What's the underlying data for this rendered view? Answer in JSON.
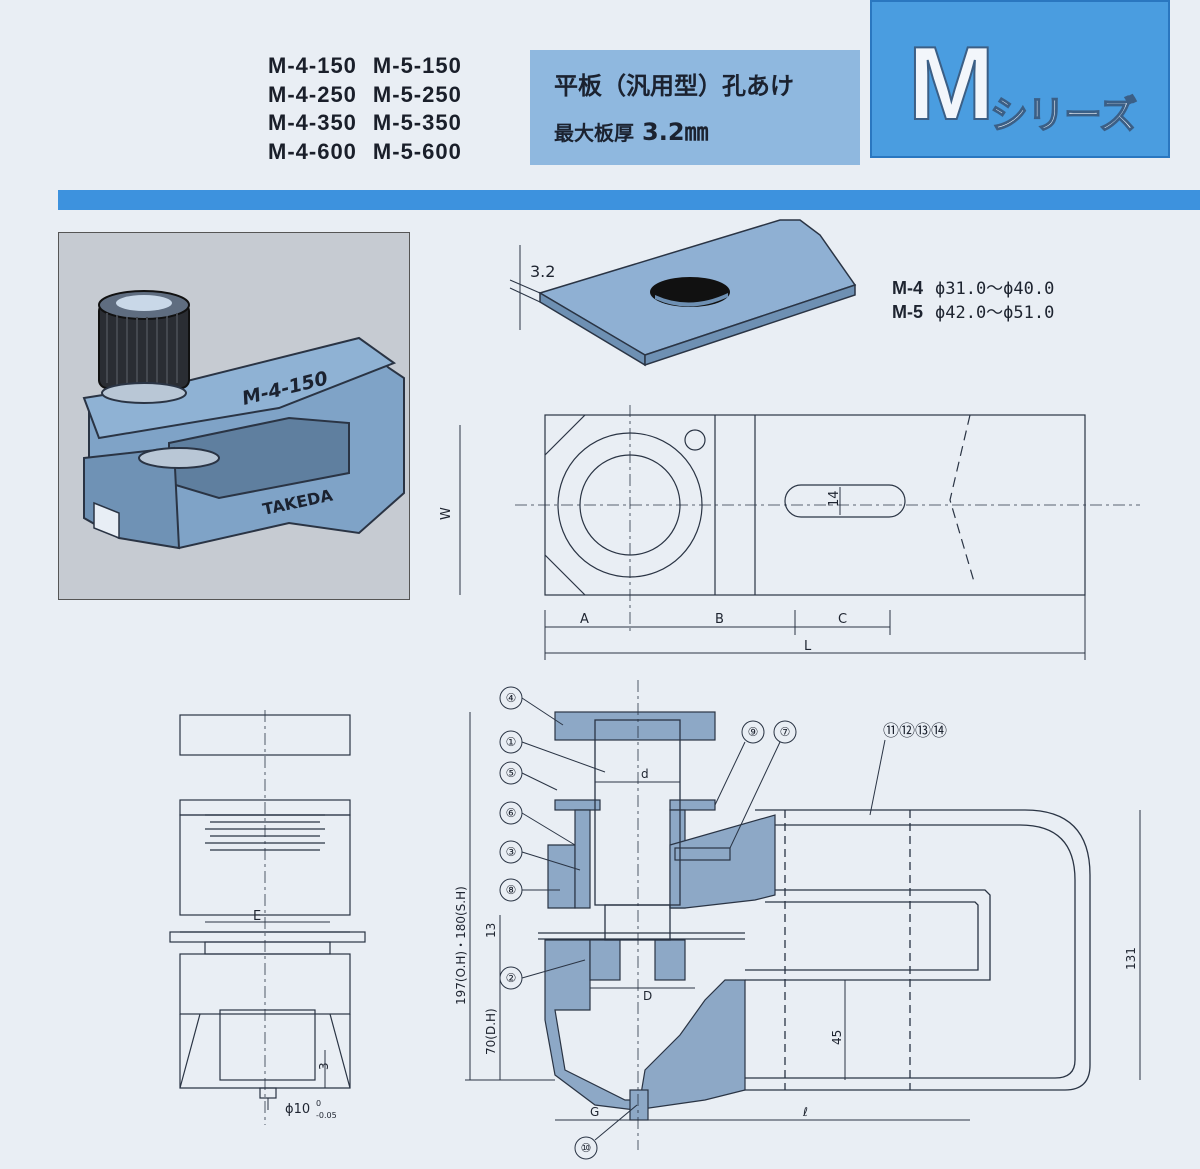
{
  "header": {
    "models_left": [
      "M-4-150",
      "M-4-250",
      "M-4-350",
      "M-4-600"
    ],
    "models_right": [
      "M-5-150",
      "M-5-250",
      "M-5-350",
      "M-5-600"
    ],
    "title": "平板（汎用型）孔あけ",
    "thickness_label": "最大板厚",
    "thickness_value": "3.2㎜",
    "series_letter": "M",
    "series_kana": "シリーズ"
  },
  "photo": {
    "tool_label": "M-4-150",
    "brand": "TAKEDA"
  },
  "plate_diagram": {
    "thickness": "3.2"
  },
  "specs": [
    {
      "model": "M-4",
      "range": "ϕ31.0～ϕ40.0"
    },
    {
      "model": "M-5",
      "range": "ϕ42.0～ϕ51.0"
    }
  ],
  "top_view": {
    "label_W": "W",
    "label_14": "14",
    "label_A": "A",
    "label_B": "B",
    "label_C": "C",
    "label_L": "L"
  },
  "front_view": {
    "label_E": "E",
    "label_3": "3",
    "label_pin": "ϕ10",
    "pin_tol_upper": "0",
    "pin_tol_lower": "-0.05"
  },
  "section_view": {
    "parts": [
      "④",
      "①",
      "⑤",
      "⑥",
      "③",
      "⑧",
      "②",
      "⑨",
      "⑦",
      "⑪⑫⑬⑭",
      "⑩"
    ],
    "label_d": "d",
    "label_D": "D",
    "label_G": "G",
    "label_l": "ℓ",
    "dim_height": "197(O.H)・180(S.H)",
    "dim_13": "13",
    "dim_dh": "70(D.H)",
    "dim_45": "45",
    "dim_131": "131"
  },
  "colors": {
    "accent_blue": "#3d92de",
    "info_box": "#8fb8df",
    "part_fill": "#8da8c6"
  }
}
